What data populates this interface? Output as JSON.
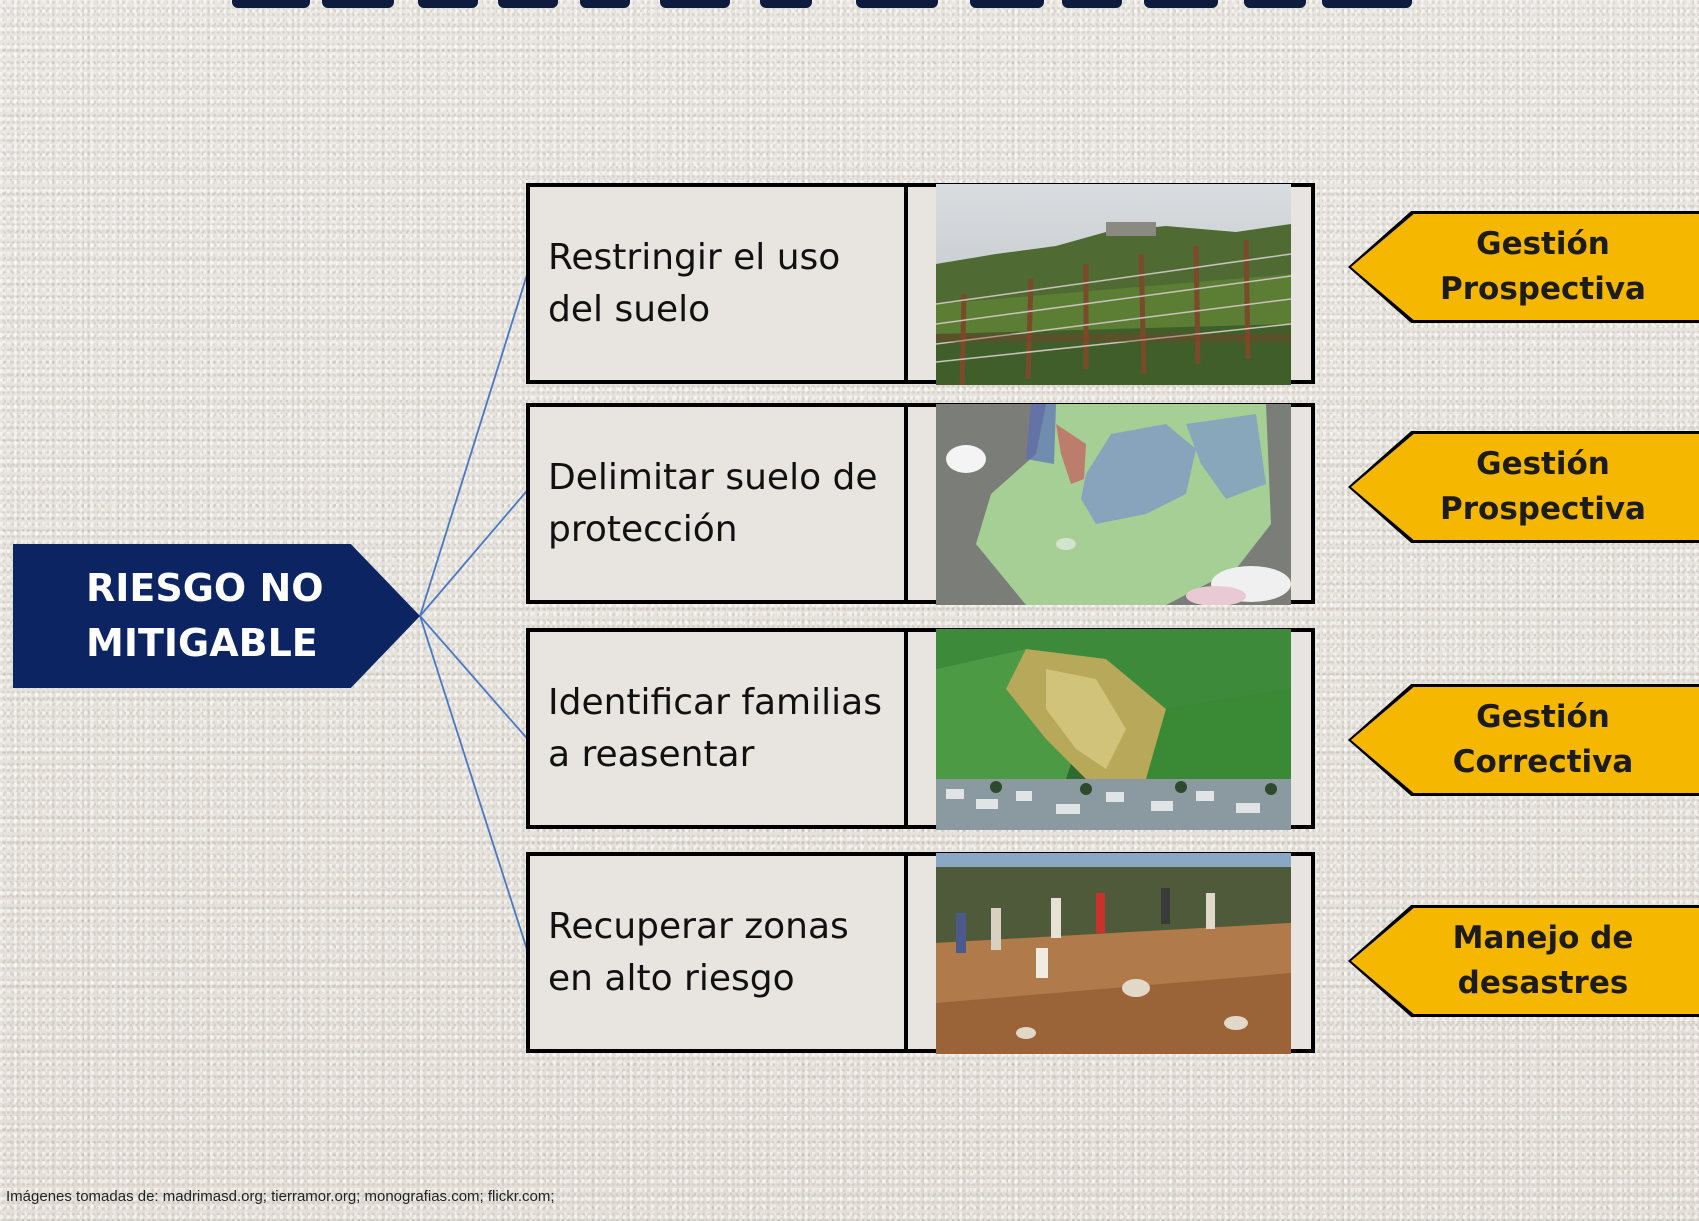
{
  "source": {
    "label": "RIESGO NO\nMITIGABLE"
  },
  "actions": [
    {
      "label": "Restringir el uso del suelo",
      "photo": "fenced-hillside-photo"
    },
    {
      "label": "Delimitar suelo de protección",
      "photo": "protection-zone-map-photo"
    },
    {
      "label": "Identificar familias a reasentar",
      "photo": "landslide-town-photo"
    },
    {
      "label": "Recuperar zonas en alto riesgo",
      "photo": "hillside-workers-photo"
    }
  ],
  "tags": [
    {
      "label": "Gestión\nProspectiva"
    },
    {
      "label": "Gestión\nProspectiva"
    },
    {
      "label": "Gestión\nCorrectiva"
    },
    {
      "label": "Manejo de\ndesastres"
    }
  ],
  "credits": "Imágenes tomadas de: madrimasd.org; tierramor.org; monografias.com; flickr.com;",
  "colors": {
    "source": "#0c2461",
    "tag": "#f6b700",
    "connector": "#4a78c2"
  }
}
